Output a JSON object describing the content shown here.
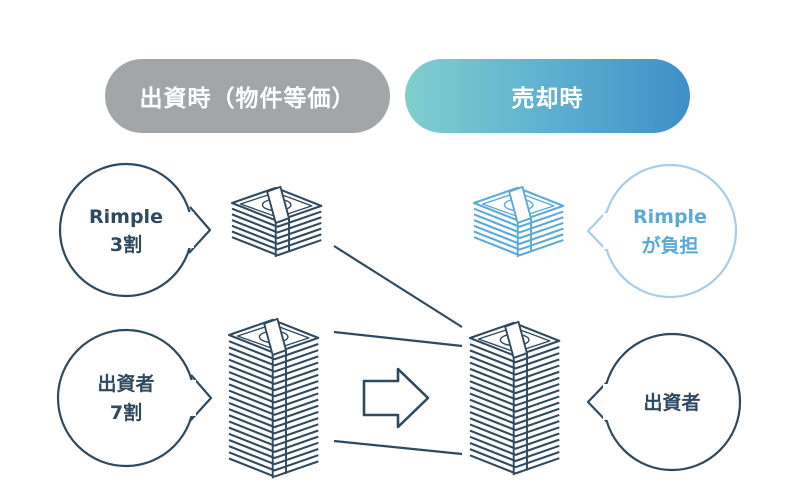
{
  "header": {
    "left_label": "出資時（物件等価）",
    "right_label": "売却時"
  },
  "bubbles": {
    "rimple_left": {
      "line1": "Rimple",
      "line2": "3割"
    },
    "investor_left": {
      "line1": "出資者",
      "line2": "7割"
    },
    "rimple_right": {
      "line1": "Rimple",
      "line2": "が負担"
    },
    "investor_right": {
      "line1": "出資者"
    }
  },
  "colors": {
    "dark": "#2f4a5e",
    "light_blue": "#5aaad8",
    "gray": "#a3a6a9",
    "outline_blue": "#a9cde6"
  },
  "icons": [
    "money-stack-icon",
    "arrow-right-icon"
  ]
}
